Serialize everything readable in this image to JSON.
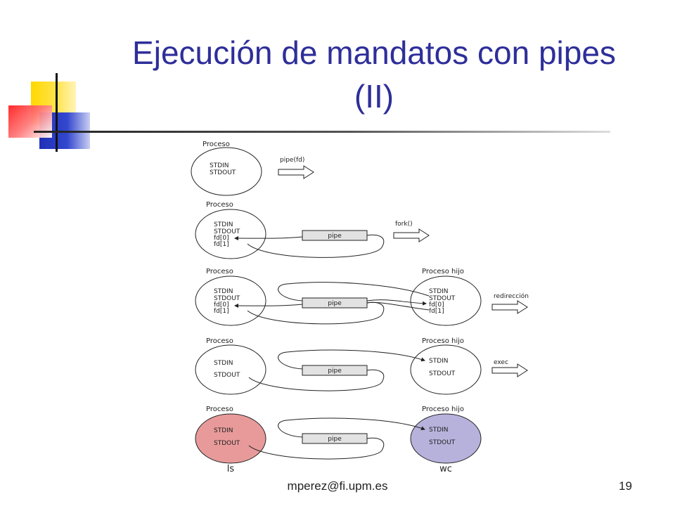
{
  "title": "Ejecución de mandatos con pipes\n(II)",
  "footer": {
    "email": "mperez@fi.upm.es",
    "page": "19"
  },
  "colors": {
    "title": "#2e2e9a",
    "proceso_ls": "#e89a9a",
    "proceso_wc": "#b7b2dc",
    "pipe_box": "#e2e2e2"
  },
  "diagram": {
    "proceso_label": "Proceso",
    "proceso_hijo_label": "Proceso hijo",
    "stdin": "STDIN",
    "stdout": "STDOUT",
    "fd0": "fd[0]",
    "fd1": "fd[1]",
    "pipe": "pipe",
    "steps": [
      "pipe(fd)",
      "fork()",
      "redirección",
      "exec"
    ],
    "ls": "ls",
    "wc": "wc"
  }
}
